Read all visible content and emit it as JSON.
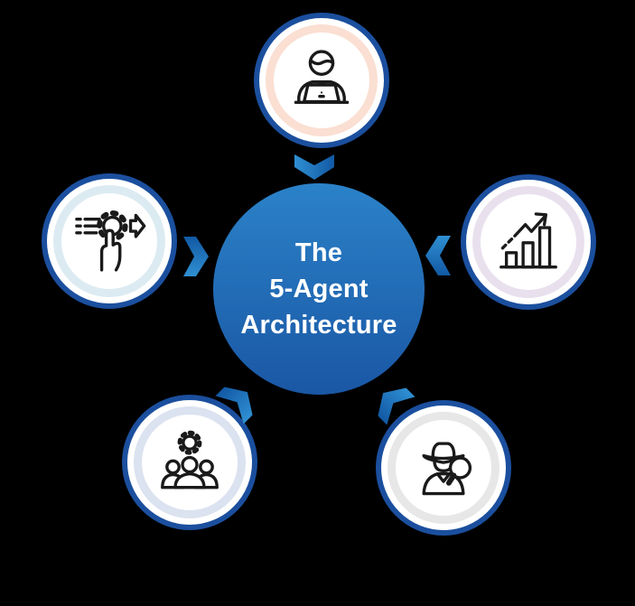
{
  "diagram": {
    "background_color": "#000000",
    "node_border_color": "#1b4f9e",
    "arrow_color_light": "#2f8fd2",
    "arrow_color_dark": "#1259a4",
    "center": {
      "line1": "The",
      "line2": "5-Agent",
      "line3": "Architecture",
      "text_color": "#ffffff",
      "gradient_top": "#2b82c8",
      "gradient_bottom": "#1a57a5"
    },
    "nodes": [
      {
        "position": "top",
        "icon": "person-at-laptop-icon",
        "ring_color": "#fadfd2"
      },
      {
        "position": "right",
        "icon": "bar-chart-growth-icon",
        "ring_color": "#e9e0ee"
      },
      {
        "position": "left",
        "icon": "hand-gear-arrow-icon",
        "ring_color": "#dcebf2"
      },
      {
        "position": "bottom-left",
        "icon": "team-gear-icon",
        "ring_color": "#dbe2f0"
      },
      {
        "position": "bottom-right",
        "icon": "detective-magnifier-icon",
        "ring_color": "#e7e7e7"
      }
    ]
  }
}
